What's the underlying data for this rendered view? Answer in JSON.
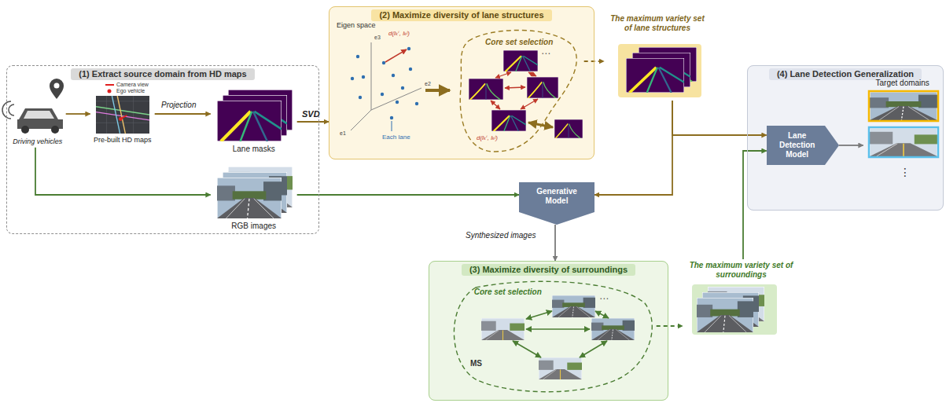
{
  "diagram": {
    "nodes": [
      {
        "text": [
          "(1) Extract source domain from HD maps"
        ]
      },
      {
        "text": [
          "Driving vehicles"
        ],
        "in": 0
      },
      {
        "text": [
          "Pre-built HD maps"
        ],
        "in": 0
      },
      {
        "text": [
          "Lane masks"
        ],
        "in": 0
      },
      {
        "text": [
          "RGB images"
        ],
        "in": 0
      },
      {
        "text": [
          "(2) Maximize diversity of lane structures"
        ]
      },
      {
        "text": [
          "Core set selection"
        ],
        "in": 5
      },
      {
        "text": [
          "The maximum variety set of lane structures"
        ]
      },
      {
        "text": [
          "(4) Lane Detection Generalization"
        ]
      },
      {
        "text": [
          "Lane Detection Model"
        ],
        "in": 8
      },
      {
        "text": [
          "Target domains"
        ],
        "in": 8
      },
      {
        "text": [
          "Generative Model"
        ]
      },
      {
        "text": [
          "(3) Maximize diversity of surroundings"
        ]
      },
      {
        "text": [
          "Core set selection"
        ],
        "in": 12
      },
      {
        "text": [
          "The maximum variety set of surroundings"
        ]
      }
    ],
    "edges": [
      {
        "from": 1,
        "to": 2,
        "arrow": "to"
      },
      {
        "from": 2,
        "to": 3,
        "arrow": "to",
        "label": "Projection"
      },
      {
        "from": 1,
        "to": 4,
        "arrow": "to"
      },
      {
        "from": 3,
        "to": 5,
        "arrow": "to",
        "label": "SVD"
      },
      {
        "from": 6,
        "to": 7,
        "arrow": "to"
      },
      {
        "from": 7,
        "to": 9,
        "arrow": "to"
      },
      {
        "from": 7,
        "to": 11,
        "arrow": "to"
      },
      {
        "from": 4,
        "to": 11,
        "arrow": "to"
      },
      {
        "from": 11,
        "to": 12,
        "arrow": "to",
        "label": "Synthesized images"
      },
      {
        "from": 13,
        "to": 14,
        "arrow": "to"
      },
      {
        "from": 14,
        "to": 9,
        "arrow": "to"
      },
      {
        "from": 9,
        "to": 10,
        "arrow": "to"
      }
    ],
    "labels": [
      "Eigen space",
      "e3",
      "e2",
      "e1",
      "Each lane",
      "d(lₖⁱ, lₖʲ)",
      "⋯",
      "d(lₖⁱ, lₖʲ)",
      "MS",
      "⋯",
      "⋮"
    ],
    "legend": [
      {
        "text": "Camera view"
      },
      {
        "text": "Ego vehicle"
      }
    ]
  }
}
